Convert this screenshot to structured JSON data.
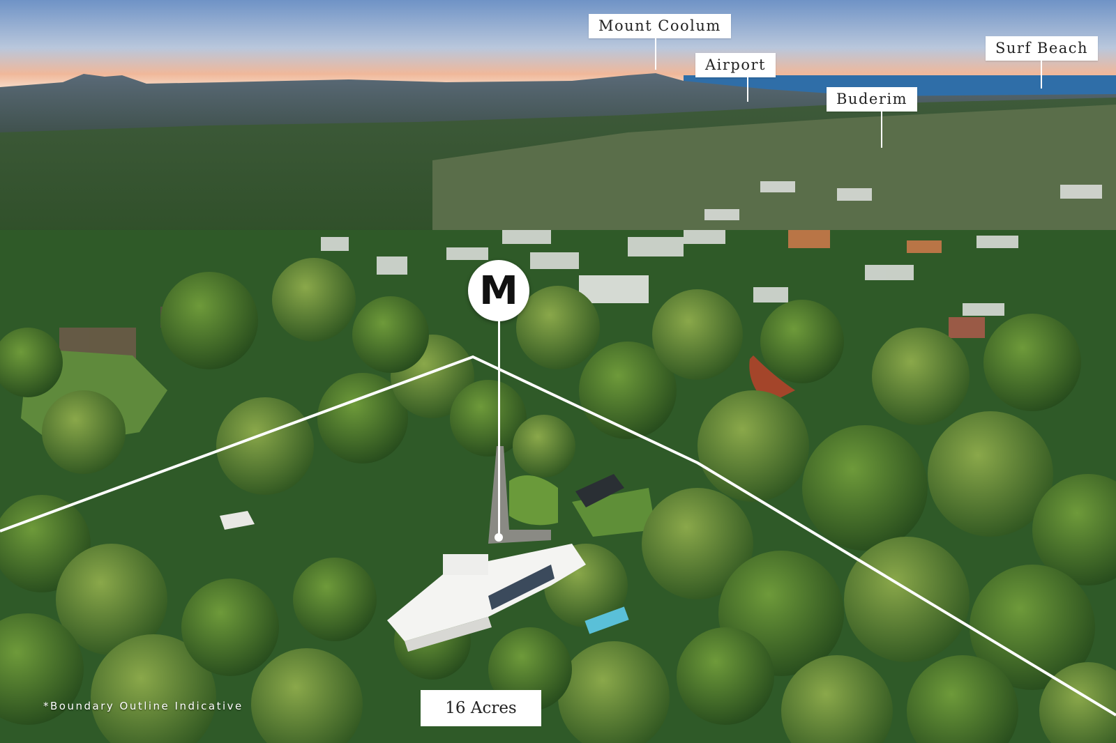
{
  "labels": {
    "mount_coolum": "Mount Coolum",
    "airport": "Airport",
    "surf_beach": "Surf Beach",
    "buderim": "Buderim"
  },
  "marker": {
    "letter": "M"
  },
  "acreage": "16 Acres",
  "disclaimer": "*Boundary Outline Indicative",
  "colors": {
    "label_bg": "#ffffff",
    "boundary_line": "#ffffff",
    "sky_top": "#6f93c6",
    "sunset_band": "#f0b89a",
    "ocean": "#2f6ea8",
    "forest": "#2f5a28"
  },
  "icons": {
    "marker": "location-pin-icon"
  }
}
